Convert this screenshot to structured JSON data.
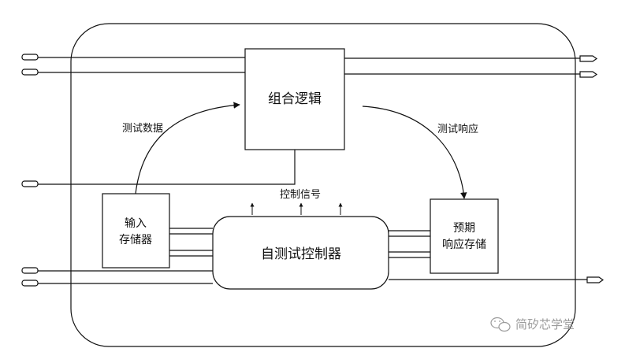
{
  "diagram": {
    "blocks": {
      "combinational_logic": "组合逻辑",
      "input_memory_line1": "输入",
      "input_memory_line2": "存储器",
      "bist_controller": "自测试控制器",
      "expected_response_line1": "预期",
      "expected_response_line2": "响应存储"
    },
    "arrows": {
      "test_data": "测试数据",
      "test_response": "测试响应",
      "control_signals": "控制信号"
    }
  },
  "watermark": {
    "text": "简矽芯学堂",
    "icon": "wechat-icon"
  },
  "colors": {
    "stroke": "#111111",
    "background": "#ffffff",
    "watermark": "#9a9a9a"
  }
}
